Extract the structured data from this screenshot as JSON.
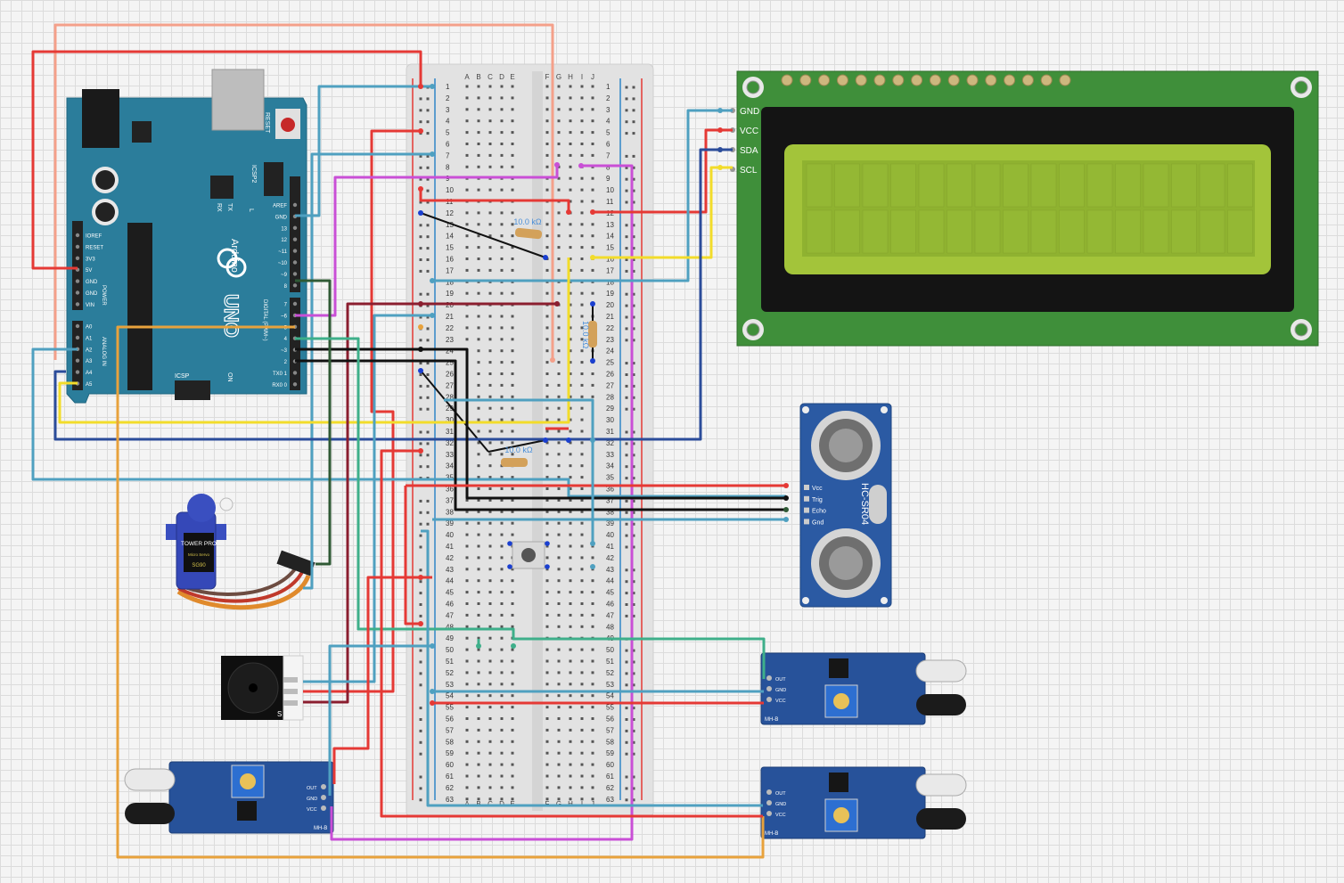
{
  "arduino": {
    "brand": "Arduino",
    "model": "UNO",
    "reset_label": "RESET",
    "icsp_label": "ICSP",
    "icsp2_label": "ICSP2",
    "tx_label": "TX",
    "rx_label": "RX",
    "l_label": "L",
    "on_label": "ON",
    "digital_label": "DIGITAL (PWM~)",
    "analog_label": "ANALOG IN",
    "power_label": "POWER",
    "power_pins": [
      "IOREF",
      "RESET",
      "3V3",
      "5V",
      "GND",
      "GND",
      "VIN"
    ],
    "analog_pins": [
      "A0",
      "A1",
      "A2",
      "A3",
      "A4",
      "A5"
    ],
    "digital_top": [
      "AREF",
      "GND",
      "13",
      "12",
      "~11",
      "~10",
      "~9",
      "8"
    ],
    "digital_bottom": [
      "7",
      "~6",
      "~5",
      "4",
      "~3",
      "2",
      "TX0 1",
      "RX0 0"
    ]
  },
  "breadboard": {
    "cols_left": [
      "A",
      "B",
      "C",
      "D",
      "E"
    ],
    "cols_right": [
      "F",
      "G",
      "H",
      "I",
      "J"
    ],
    "row_count": 63,
    "resistor_label": "10.0 kΩ"
  },
  "lcd": {
    "pins": [
      "GND",
      "VCC",
      "SDA",
      "SCL"
    ]
  },
  "ultrasonic": {
    "name": "HC-SR04",
    "pins": [
      "Vcc",
      "Trig",
      "Echo",
      "Gnd"
    ]
  },
  "servo": {
    "brand": "TOWER PRO",
    "line": "Micro Servo",
    "model": "SG90"
  },
  "ir_sensor": {
    "pins": [
      "OUT",
      "GND",
      "VCC"
    ],
    "label": "MH-B"
  },
  "buzzer": {
    "pin_mark": "S"
  }
}
